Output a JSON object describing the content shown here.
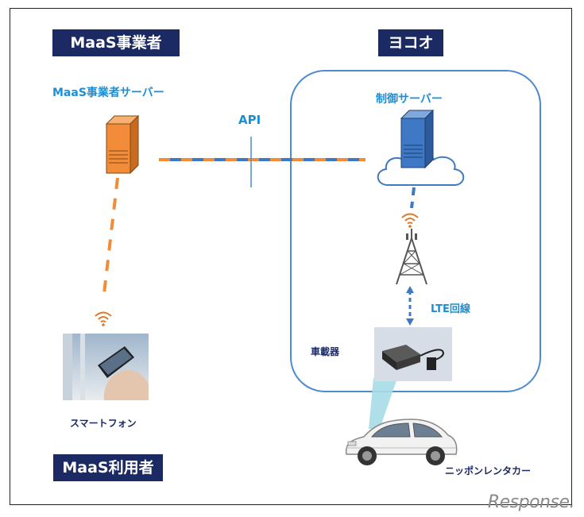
{
  "labels": {
    "maas_operator": "MaaS事業者",
    "yokoo": "ヨコオ",
    "maas_user": "MaaS利用者",
    "maas_server": "MaaS事業者サーバー",
    "control_server": "制御サーバー",
    "api": "API",
    "lte": "LTE回線",
    "onboard_unit": "車載器",
    "smartphone": "スマートフォン",
    "rental_car": "ニッポンレンタカー"
  },
  "watermark": "Response.",
  "colors": {
    "navy": "#1b2a62",
    "accent_blue": "#1b8fd6",
    "orange": "#f28c38",
    "server_blue": "#3f78c4"
  },
  "icons": [
    "server-icon-orange",
    "server-icon-blue",
    "cloud-icon",
    "wifi-icon",
    "lte-tower-icon",
    "onboard-device-image",
    "smartphone-image",
    "car-image"
  ]
}
